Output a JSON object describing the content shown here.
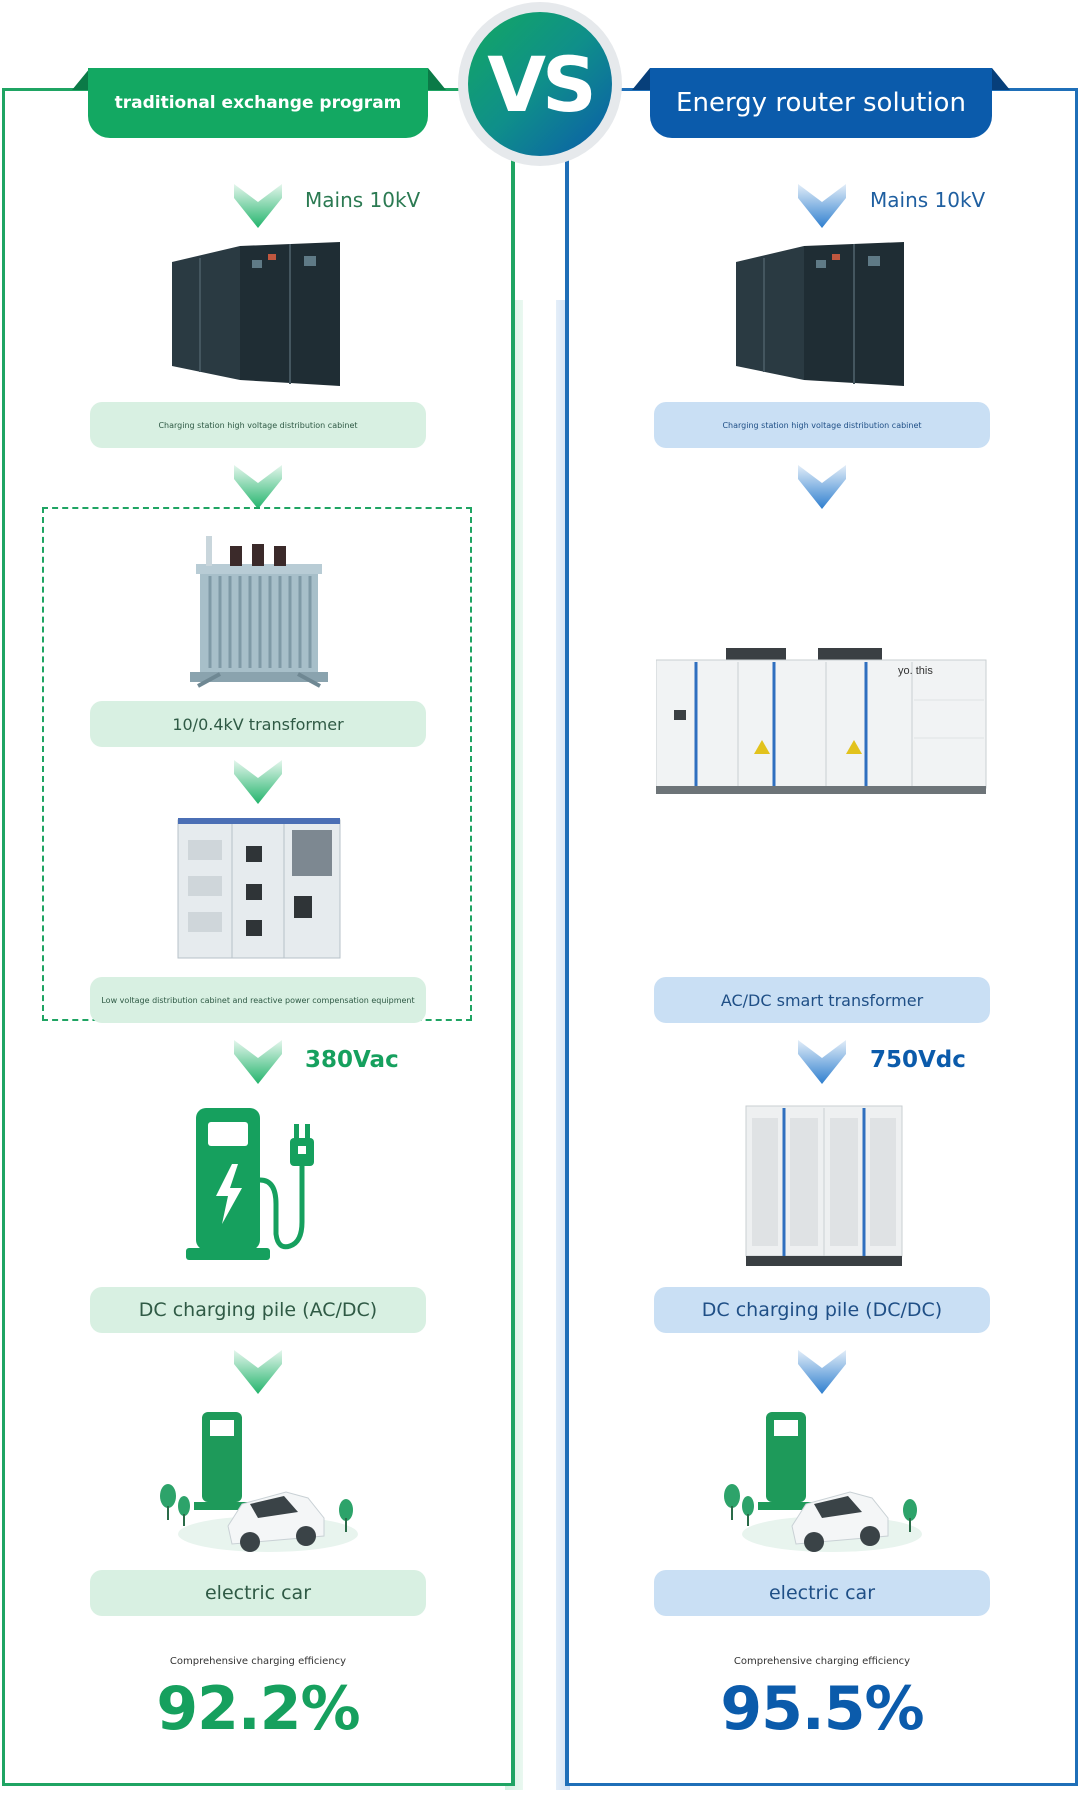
{
  "vs_badge": "VS",
  "colors": {
    "green": "#13a862",
    "blue": "#0b5bab",
    "green_pill": "#d8f0e2",
    "blue_pill": "#c9dff4"
  },
  "left": {
    "title": "traditional exchange program",
    "input_label": "Mains 10kV",
    "hv_cabinet_label": "Charging station high voltage distribution cabinet",
    "transformer_label": "10/0.4kV transformer",
    "lv_cabinet_label": "Low voltage distribution cabinet and reactive power compensation equipment",
    "output_voltage": "380Vac",
    "charging_pile_label": "DC charging pile (AC/DC)",
    "car_label": "electric car",
    "efficiency_label": "Comprehensive charging efficiency",
    "efficiency_value": "92.2%"
  },
  "right": {
    "title": "Energy router solution",
    "input_label": "Mains 10kV",
    "hv_cabinet_label": "Charging station high voltage distribution cabinet",
    "router_caption": "yo. this",
    "smart_transformer_label": "AC/DC smart transformer",
    "output_voltage": "750Vdc",
    "charging_pile_label": "DC charging pile (DC/DC)",
    "car_label": "electric car",
    "efficiency_label": "Comprehensive charging efficiency",
    "efficiency_value": "95.5%"
  }
}
